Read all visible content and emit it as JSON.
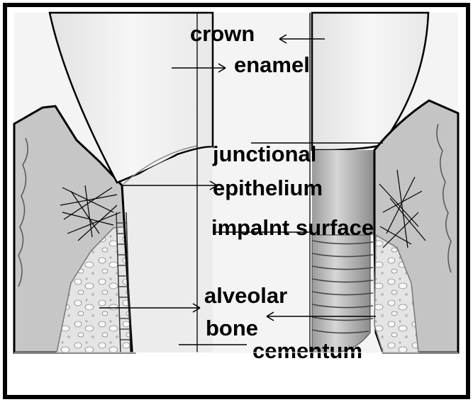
{
  "labels": {
    "crown": "crown",
    "enamel": "enamel",
    "junctional": "junctional",
    "epithelium": "epithelium",
    "implant_surface": "impalnt surface",
    "alveolar": "alveolar",
    "bone": "bone",
    "cementum": "cementum"
  },
  "colors": {
    "border": "#000000",
    "background": "#ffffff",
    "gum": "#c4c4c4",
    "crown": "#f0f0f0",
    "root": "#eeeeee",
    "implant": "#b8b8b8",
    "bone": "#d9d9d9"
  }
}
